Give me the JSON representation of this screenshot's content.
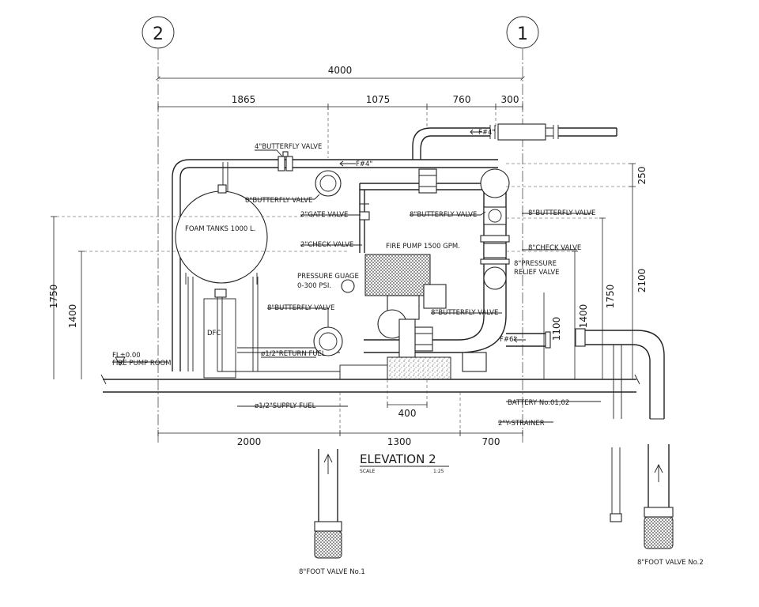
{
  "title": "ELEVATION 2",
  "scale": {
    "label": "SCALE",
    "value": "1:25"
  },
  "grid_markers": [
    "2",
    "1"
  ],
  "dimensions_top": {
    "overall": "4000",
    "segments": [
      "1865",
      "1075",
      "760",
      "300"
    ]
  },
  "dimensions_bottom": {
    "segments": [
      "2000",
      "1300",
      "700"
    ],
    "base": "400"
  },
  "dimensions_vertical": {
    "right_top": "250",
    "right_main": "2100",
    "right_mid": "1750",
    "right_inner": "1400",
    "right_short": "1100",
    "left_main": "1400",
    "left_top": "1750"
  },
  "labels": {
    "bfv4": "4\"BUTTERFLY VALVE",
    "f4_top": "F#4\"",
    "f4_mid": "F#4\"",
    "bfv8_left_top": "8\"BUTTERFLY VALVE",
    "gate2": "2\"GATE VALVE",
    "bfv8_center": "8\"BUTTERFLY VALVE",
    "bfv8_right": "8\"BUTTERFLY VALVE",
    "foam_tank": "FOAM TANKS 1000 L.",
    "check2": "2\"CHECK VALVE",
    "fire_pump": "FIRE PUMP 1500 GPM.",
    "check8": "8\"CHECK VALVE",
    "prv_line1": "8\"PRESSURE",
    "prv_line2": "RELIEF VALVE",
    "gauge_line1": "PRESSURE GUAGE",
    "gauge_line2": "0-300 PSI.",
    "bfv8_left_low": "8\"BUTTERFLY VALVE",
    "bfv8_low_center": "8\"BUTTERFLY VALVE",
    "f6": "F#6\"",
    "dfc": "DFC",
    "return_fuel": "ø1/2\"RETURN FUEL",
    "fl_line1": "FL±0.00",
    "fl_line2": "FIRE PUMP ROOM",
    "supply_fuel": "ø1/2\"SUPPLY FUEL",
    "battery": "BATTERY No.01,02",
    "y_strainer": "2\"Y-STRAINER",
    "foot_valve_1": "8\"FOOT VALVE No.1",
    "foot_valve_2": "8\"FOOT VALVE No.2"
  },
  "colors": {
    "line": "#222222",
    "background": "#ffffff"
  }
}
